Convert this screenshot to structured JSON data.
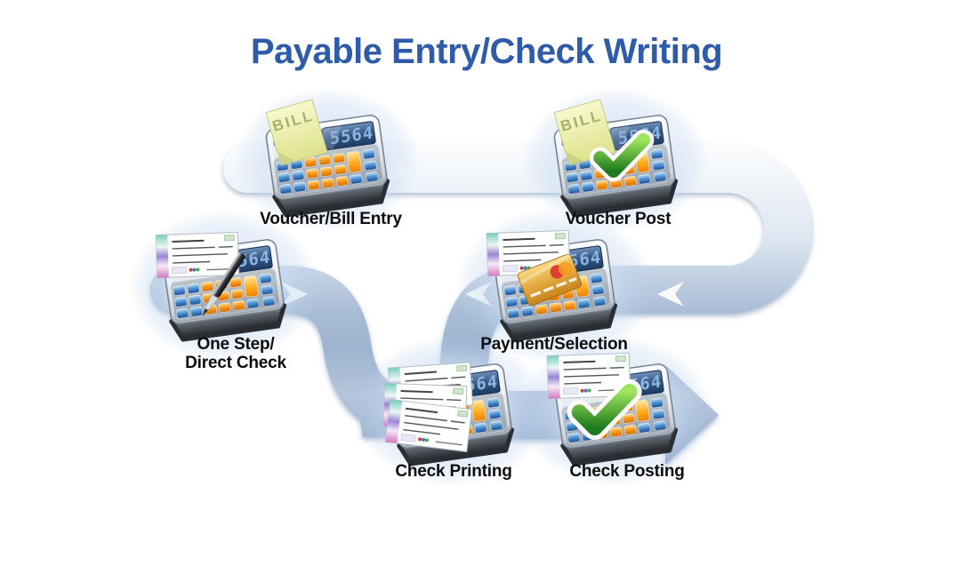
{
  "title": "Payable Entry/Check Writing",
  "nodes": [
    {
      "name": "voucher-bill-entry",
      "label": "Voucher/Bill Entry",
      "icon": "calculator-bill-note-icon"
    },
    {
      "name": "voucher-post",
      "label": "Voucher Post",
      "icon": "calculator-bill-approved-icon"
    },
    {
      "name": "one-step-direct-check",
      "label": "One Step/\nDirect Check",
      "icon": "calculator-check-pen-icon"
    },
    {
      "name": "payment-selection",
      "label": "Payment/Selection",
      "icon": "calculator-check-creditcard-icon"
    },
    {
      "name": "check-printing",
      "label": "Check Printing",
      "icon": "calculator-printed-checks-icon"
    },
    {
      "name": "check-posting",
      "label": "Check Posting",
      "icon": "calculator-check-approved-icon"
    }
  ],
  "calculator_display": "5564",
  "bill_note_text": "BILL",
  "connectors": {
    "top_row_flow": "right",
    "right_turn": "u-turn-down",
    "middle_row_flow": "left-and-right-merge-down",
    "bottom_row_flow": "right",
    "terminal": "arrowhead-right"
  },
  "colors": {
    "title_blue": "#2e5ca9",
    "ribbon_light": "#eef3f9",
    "ribbon_mid": "#a9bed6",
    "ribbon_deep": "#8ea5c7",
    "label_black": "#0d0d0d",
    "check_green": "#2f9e2f",
    "note_yellow": "#eef0ac",
    "button_orange": "#f08000",
    "button_blue": "#1d5fa8"
  }
}
